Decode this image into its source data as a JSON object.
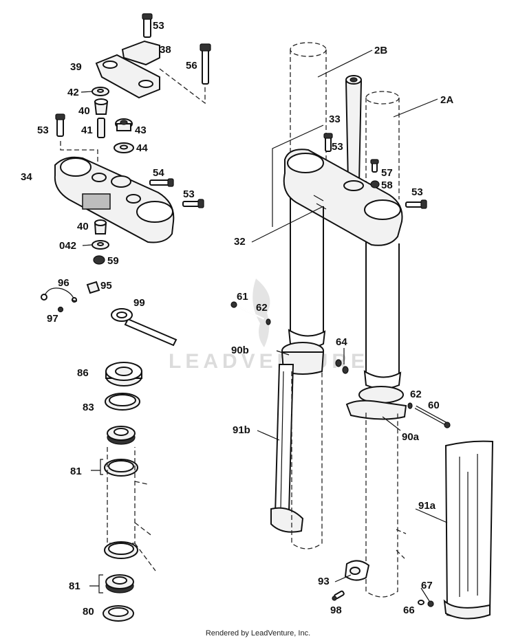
{
  "diagram": {
    "parts": {
      "p53": "53",
      "p38": "38",
      "p39": "39",
      "p56": "56",
      "p42": "42",
      "p40": "40",
      "p41": "41",
      "p43": "43",
      "p44": "44",
      "p53b": "53",
      "p34": "34",
      "p54": "54",
      "p53c": "53",
      "p40b": "40",
      "p042": "042",
      "p59": "59",
      "p96": "96",
      "p95": "95",
      "p97": "97",
      "p99": "99",
      "p86": "86",
      "p83": "83",
      "p81": "81",
      "p81b": "81",
      "p80": "80",
      "p2B": "2B",
      "p2A": "2A",
      "p33": "33",
      "p53d": "53",
      "p57": "57",
      "p58": "58",
      "p53e": "53",
      "p32": "32",
      "p61": "61",
      "p62": "62",
      "p90b": "90b",
      "p64": "64",
      "p91b": "91b",
      "p62b": "62",
      "p60": "60",
      "p90a": "90a",
      "p91a": "91a",
      "p93": "93",
      "p98": "98",
      "p67": "67",
      "p66": "66"
    },
    "watermark": "LEADVENTURE"
  },
  "footer": "Rendered by LeadVenture, Inc."
}
